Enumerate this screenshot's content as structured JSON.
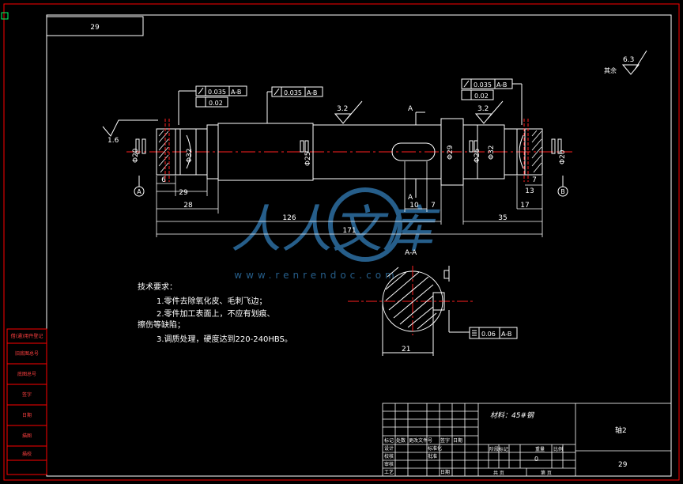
{
  "sheet_number": "29",
  "title_block": {
    "material_label": "材料：45#钢",
    "part_name": "轴2",
    "drawing_number": "29",
    "quantity_zero": "0",
    "row_labels": [
      "标记",
      "设计",
      "校核",
      "审核",
      "工艺"
    ],
    "col_labels": [
      "处数",
      "更改文件号",
      "签字",
      "日期"
    ],
    "standard_label": "标准化",
    "approve_label": "批准",
    "date_label": "日期",
    "sheet_count_label": "共 页",
    "sheet_page_label": "第 页",
    "stage_labels": [
      "阶段标记",
      "重量",
      "比例"
    ]
  },
  "side_strip": [
    "借(通)用件登记",
    "旧底图总号",
    "底图总号",
    "签字",
    "日期",
    "描图",
    "描校"
  ],
  "tech_requirements": {
    "title": "技术要求：",
    "items": [
      "1.零件去除氧化皮、毛刺飞边；",
      "2.零件加工表面上，不应有划痕、",
      "擦伤等缺陷；",
      "3.调质处理，硬度达到220-240HBS。"
    ]
  },
  "roughness": {
    "rest": "6.3",
    "rest_label": "其余",
    "left": "1.6",
    "mid": "3.2",
    "right": "3.2"
  },
  "tolerances": {
    "left_runout": "0.035",
    "left_ref": "A-B",
    "left_cyl": "0.02",
    "mid_runout": "0.035",
    "mid_ref": "A-B",
    "right_runout": "0.035",
    "right_ref": "A-B",
    "right_cyl": "0.02",
    "key_sym": "0.06",
    "key_ref": "A-B"
  },
  "datums": {
    "a": "A",
    "b": "B"
  },
  "section": {
    "label_top": "A",
    "label_bottom": "A",
    "title": "A-A",
    "depth": "21"
  },
  "diameters": [
    "Φ20",
    "Φ32",
    "Φ25",
    "Φ29",
    "Φ32",
    "Φ25",
    "Φ20"
  ],
  "dimensions": {
    "d6": "6",
    "d29": "29",
    "d28": "28",
    "d126": "126",
    "d171": "171",
    "d10": "10",
    "d7a": "7",
    "d35": "35",
    "d17": "17",
    "d7b": "7",
    "d13": "13"
  },
  "watermark": {
    "logo_text": "人人文库",
    "url": "www.renrendoc.com"
  },
  "colors": {
    "frame": "#ff0000",
    "line": "#ffffff",
    "center": "#ff2020",
    "dim": "#ffffff",
    "watermark": "#2d6fa3"
  }
}
